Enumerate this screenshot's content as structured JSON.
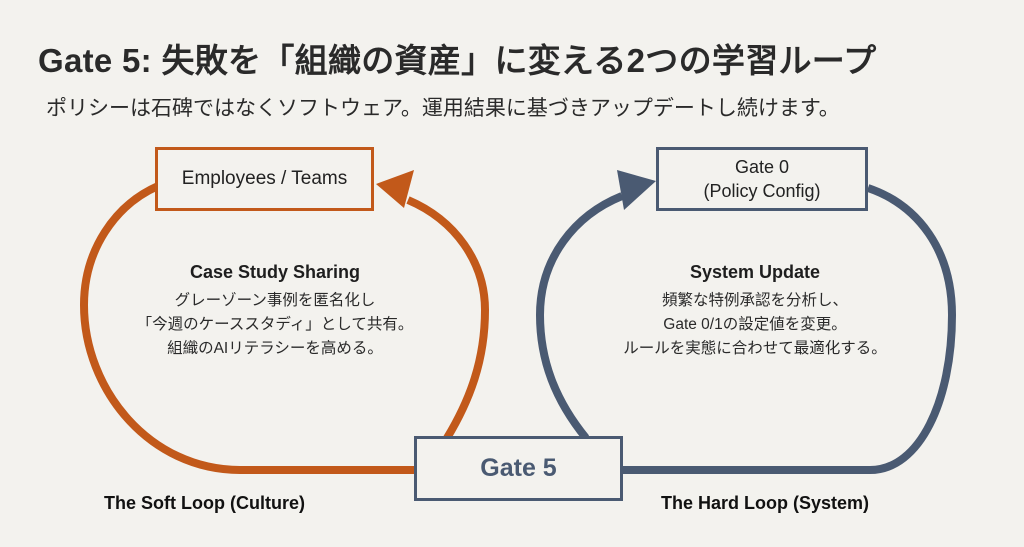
{
  "header": {
    "title": "Gate 5: 失敗を「組織の資産」に変える2つの学習ループ",
    "subtitle": "ポリシーは石碑ではなくソフトウェア。運用結果に基づきアップデートし続けます。"
  },
  "colors": {
    "soft_loop": "#c2591a",
    "hard_loop": "#4a5a72",
    "background": "#f3f2ee"
  },
  "nodes": {
    "employees": {
      "label": "Employees / Teams"
    },
    "gate0": {
      "line1": "Gate 0",
      "line2": "(Policy Config)"
    },
    "gate5": {
      "label": "Gate 5"
    }
  },
  "soft_loop": {
    "name": "The Soft Loop (Culture)",
    "heading": "Case Study Sharing",
    "lines": [
      "グレーゾーン事例を匿名化し",
      "「今週のケーススタディ」として共有。",
      "組織のAIリテラシーを高める。"
    ]
  },
  "hard_loop": {
    "name": "The Hard Loop (System)",
    "heading": "System Update",
    "lines": [
      "頻繁な特例承認を分析し、",
      "Gate 0/1の設定値を変更。",
      "ルールを実態に合わせて最適化する。"
    ]
  }
}
